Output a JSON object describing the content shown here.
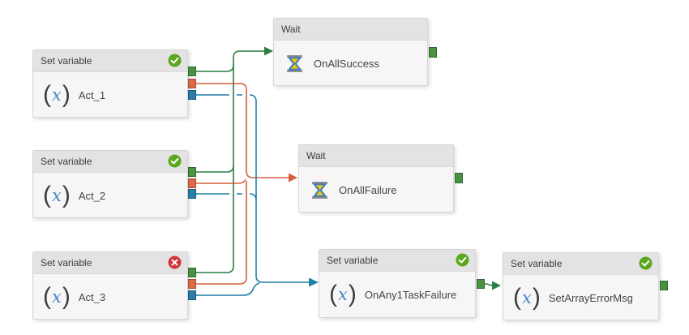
{
  "canvas": {
    "background": "#ffffff",
    "description": "pipeline activity dependency graph"
  },
  "colors": {
    "success_line": "#2b7d44",
    "failure_line": "#d4603f",
    "completion_line": "#1f7fa6",
    "success_port": "#4c9141",
    "failure_port": "#d96a4a",
    "completion_port": "#2c7ca6",
    "succeeded_badge": "#5ba71e",
    "failed_badge": "#d2353a",
    "node_header_bg": "#e3e3e3",
    "node_body_bg": "#f6f6f6"
  },
  "icons": {
    "set_variable": {
      "paren_open": "(",
      "char": "x",
      "paren_close": ")"
    },
    "wait": "hourglass"
  },
  "nodes": [
    {
      "type": "Set variable",
      "name": "Act_1",
      "status": "succeeded",
      "icon": "set-variable"
    },
    {
      "type": "Set variable",
      "name": "Act_2",
      "status": "succeeded",
      "icon": "set-variable"
    },
    {
      "type": "Set variable",
      "name": "Act_3",
      "status": "failed",
      "icon": "set-variable"
    },
    {
      "type": "Wait",
      "name": "OnAllSuccess",
      "status": "none",
      "icon": "wait"
    },
    {
      "type": "Wait",
      "name": "OnAllFailure",
      "status": "none",
      "icon": "wait"
    },
    {
      "type": "Set variable",
      "name": "OnAny1TaskFailure",
      "status": "succeeded",
      "icon": "set-variable"
    },
    {
      "type": "Set variable",
      "name": "SetArrayErrorMsg",
      "status": "succeeded",
      "icon": "set-variable"
    }
  ],
  "connections": [
    {
      "from": "Act_1",
      "condition": "success",
      "to": "OnAllSuccess"
    },
    {
      "from": "Act_2",
      "condition": "success",
      "to": "OnAllSuccess"
    },
    {
      "from": "Act_3",
      "condition": "success",
      "to": "OnAllSuccess"
    },
    {
      "from": "Act_1",
      "condition": "failure",
      "to": "OnAllFailure"
    },
    {
      "from": "Act_2",
      "condition": "failure",
      "to": "OnAllFailure"
    },
    {
      "from": "Act_3",
      "condition": "failure",
      "to": "OnAllFailure"
    },
    {
      "from": "Act_1",
      "condition": "completion",
      "to": "OnAny1TaskFailure"
    },
    {
      "from": "Act_2",
      "condition": "completion",
      "to": "OnAny1TaskFailure"
    },
    {
      "from": "Act_3",
      "condition": "completion",
      "to": "OnAny1TaskFailure"
    },
    {
      "from": "OnAny1TaskFailure",
      "condition": "success",
      "to": "SetArrayErrorMsg"
    }
  ]
}
